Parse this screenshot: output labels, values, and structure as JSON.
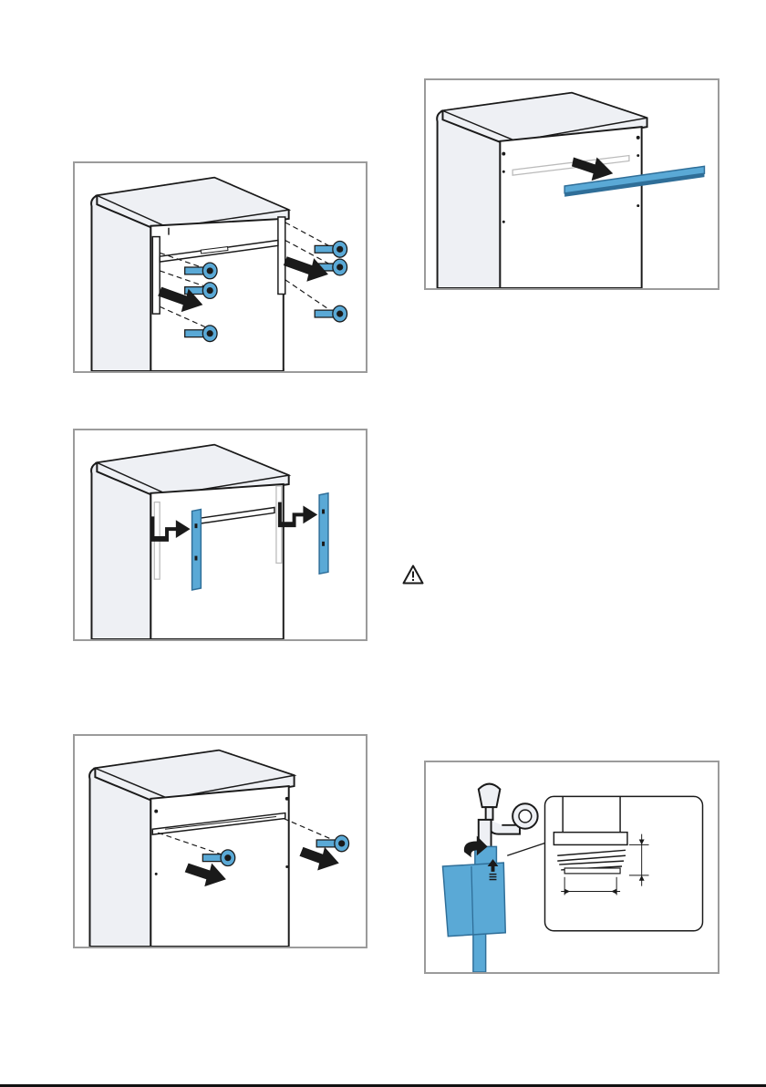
{
  "figures": [
    {
      "id": "fig1",
      "icon": "remove-screws-and-rails-illustration"
    },
    {
      "id": "fig2",
      "icon": "attach-side-rails-illustration"
    },
    {
      "id": "fig3",
      "icon": "remove-rear-bar-screws-illustration"
    },
    {
      "id": "fig4",
      "icon": "remove-rear-bar-illustration"
    },
    {
      "id": "fig5",
      "icon": "water-tap-aquastop-connection-illustration"
    }
  ],
  "warning": {
    "icon": "warning-triangle-icon"
  },
  "colors": {
    "frame_border": "#9b9b9b",
    "accent_blue": "#5aa9d6",
    "accent_blue_dark": "#2f6e98",
    "panel_gray": "#eef0f4",
    "arrow": "#1a1a1a"
  }
}
